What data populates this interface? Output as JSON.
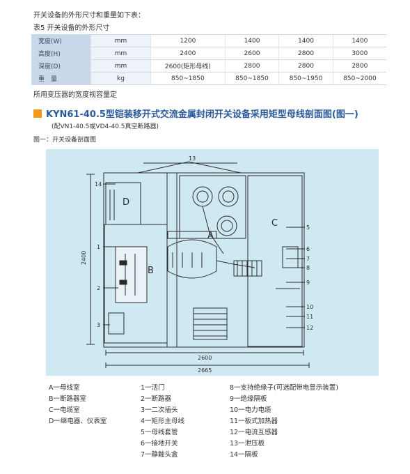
{
  "intro_line1": "开关设备的外形尺寸和重量如下表：",
  "intro_line2": "表5 开关设备的外形尺寸",
  "spec_table": {
    "rows": [
      {
        "label": "宽度(W)",
        "unit": "mm",
        "values": [
          "1200",
          "1400",
          "1400",
          "1400"
        ]
      },
      {
        "label": "高度(H)",
        "unit": "mm",
        "values": [
          "2400",
          "2600",
          "2800",
          "3000"
        ]
      },
      {
        "label": "深度(D)",
        "unit": "mm",
        "values": [
          "2600(矩形母线)",
          "2800",
          "2800",
          "2800"
        ]
      },
      {
        "label": "重　量",
        "unit": "kg",
        "values": [
          "850~1850",
          "850~1850",
          "850~1950",
          "850~2000"
        ]
      }
    ]
  },
  "note": "所用变压器的宽度视容量定",
  "section_title": "KYN61-40.5型铠装移开式交流金属封闭开关设备采用矩型母线剖面图(图一)",
  "section_subtitle": "(配VN1-40.5或VD4-40.5真空断路器)",
  "figure_label": "图一：开关设备剖面图",
  "diagram": {
    "compartment_letters": [
      "A",
      "B",
      "C",
      "D"
    ],
    "callouts_left": [
      "1",
      "2",
      "3",
      "14"
    ],
    "callouts_right": [
      "5",
      "6",
      "7",
      "8",
      "9",
      "10",
      "11",
      "12"
    ],
    "callout_top": "13",
    "dim_height": "2400",
    "dim_depth_inner": "2600",
    "dim_depth_outer": "2665"
  },
  "legend": {
    "col1": [
      "A一母线室",
      "B一断路器室",
      "C一电缆室",
      "D一继电器、仪表室"
    ],
    "col2": [
      "1一活门",
      "2一断路器",
      "3一二次插头",
      "4一矩形主母线",
      "5一母线套管",
      "6一接地开关",
      "7一静触头盒"
    ],
    "col3": [
      "8一支持绝缘子(可选配带电显示装置)",
      "9一绝缘隔板",
      "10一电力电缆",
      "11一板式加热器",
      "12一电流互感器",
      "13一泄压板",
      "14一隔板"
    ]
  }
}
